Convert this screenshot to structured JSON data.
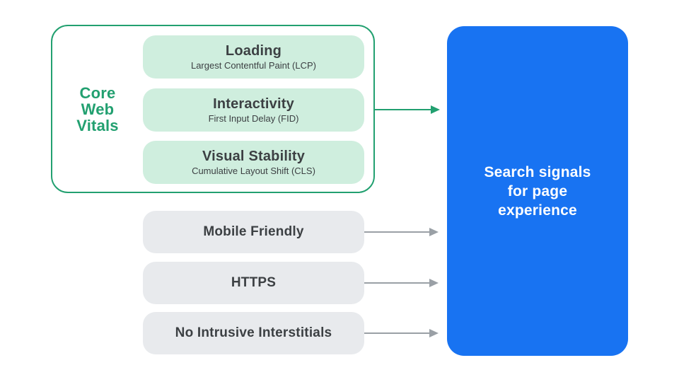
{
  "colors": {
    "accent_teal": "#22A070",
    "mint_card_fill": "#CFEEDE",
    "gray_card_fill": "#E8EAED",
    "gray_arrow": "#9AA0A6",
    "result_blue_fill": "#1873F2",
    "dark_text": "#3C4043",
    "result_text": "#FFFFFF"
  },
  "core_web_vitals": {
    "label": "Core Web Vitals",
    "metrics": [
      {
        "title": "Loading",
        "subtitle": "Largest Contentful Paint (LCP)"
      },
      {
        "title": "Interactivity",
        "subtitle": "First Input Delay (FID)"
      },
      {
        "title": "Visual Stability",
        "subtitle": "Cumulative Layout Shift (CLS)"
      }
    ]
  },
  "other_signals": [
    {
      "label": "Mobile Friendly"
    },
    {
      "label": "HTTPS"
    },
    {
      "label": "No Intrusive Interstitials"
    }
  ],
  "result": {
    "lines": [
      "Search signals",
      "for page",
      "experience"
    ]
  }
}
